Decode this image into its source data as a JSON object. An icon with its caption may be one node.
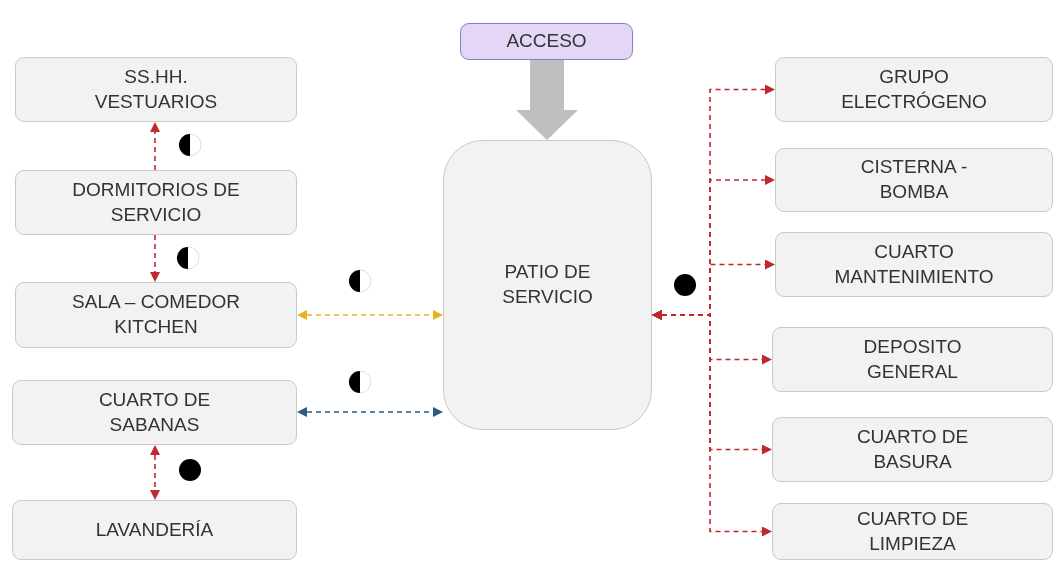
{
  "diagram": {
    "nodes": [
      {
        "text": [
          "ACCESO"
        ]
      },
      {
        "text": [
          "SS.HH. VESTUARIOS"
        ]
      },
      {
        "text": [
          "DORMITORIOS DE SERVICIO"
        ]
      },
      {
        "text": [
          "SALA – COMEDOR KITCHEN"
        ]
      },
      {
        "text": [
          "CUARTO DE SABANAS"
        ]
      },
      {
        "text": [
          "LAVANDERÍA"
        ]
      },
      {
        "text": [
          "PATIO DE SERVICIO"
        ]
      },
      {
        "text": [
          "GRUPO ELECTRÓGENO"
        ]
      },
      {
        "text": [
          "CISTERNA - BOMBA"
        ]
      },
      {
        "text": [
          "CUARTO MANTENIMIENTO"
        ]
      },
      {
        "text": [
          "DEPOSITO GENERAL"
        ]
      },
      {
        "text": [
          "CUARTO DE BASURA"
        ]
      },
      {
        "text": [
          "CUARTO DE LIMPIEZA"
        ]
      }
    ],
    "edges": [
      {
        "from": 0,
        "to": 6,
        "arrow": "to",
        "style": "thick",
        "color": "#bfbfbf"
      },
      {
        "from": 2,
        "to": 1,
        "arrow": "to",
        "style": "dashed"
      },
      {
        "from": 2,
        "to": 3,
        "arrow": "to",
        "style": "dashed"
      },
      {
        "from": 4,
        "to": 5,
        "arrow": "both",
        "style": "dashed"
      },
      {
        "from": 3,
        "to": 6,
        "arrow": "both",
        "style": "dashed",
        "color": "#e6b422"
      },
      {
        "from": 4,
        "to": 6,
        "arrow": "both",
        "style": "dashed",
        "color": "#2e5a7e"
      },
      {
        "from": 6,
        "to": 7,
        "arrow": "both",
        "style": "dashed"
      },
      {
        "from": 6,
        "to": 8,
        "arrow": "both",
        "style": "dashed"
      },
      {
        "from": 6,
        "to": 9,
        "arrow": "both",
        "style": "dashed"
      },
      {
        "from": 6,
        "to": 10,
        "arrow": "both",
        "style": "dashed"
      },
      {
        "from": 6,
        "to": 11,
        "arrow": "both",
        "style": "dashed"
      },
      {
        "from": 6,
        "to": 12,
        "arrow": "both",
        "style": "dashed"
      }
    ]
  }
}
